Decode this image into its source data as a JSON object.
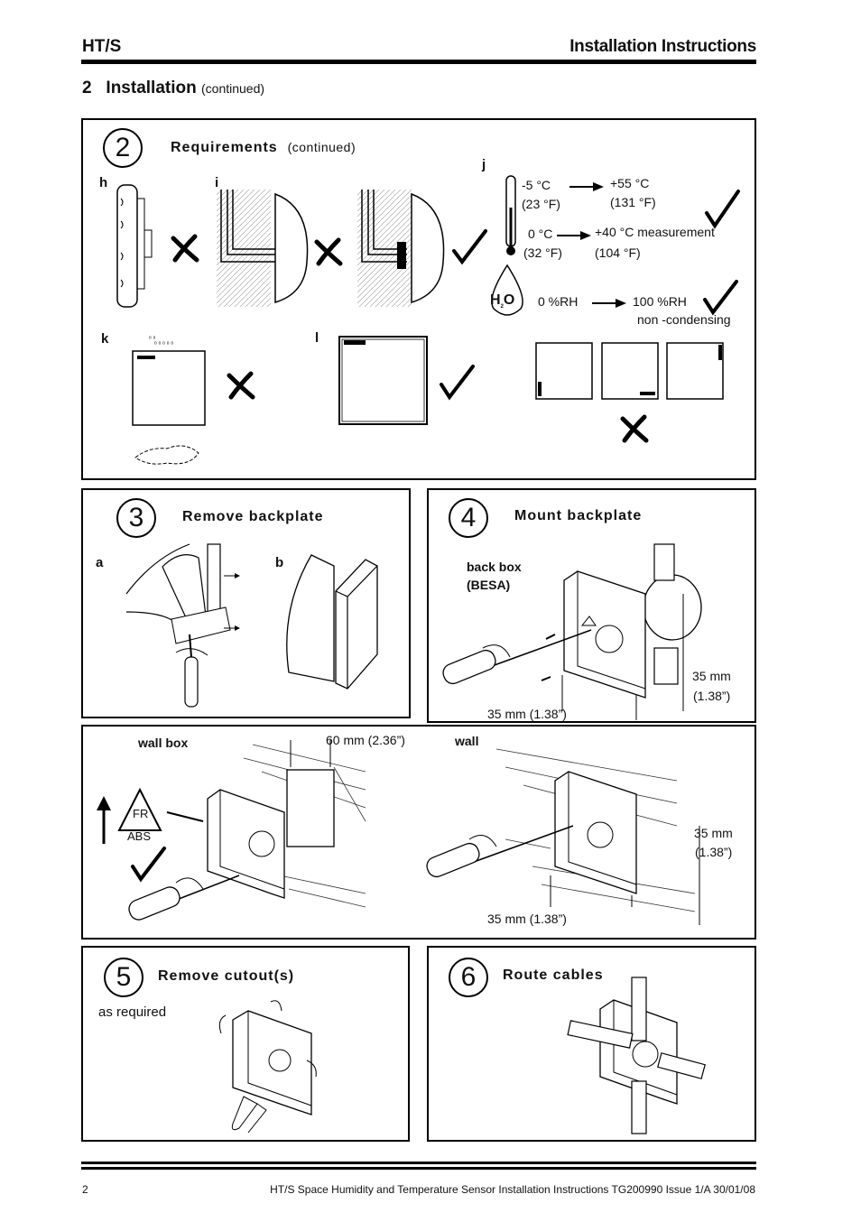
{
  "header": {
    "left": "HT/S",
    "right": "Installation Instructions"
  },
  "section": {
    "number": "2",
    "title": "Installation",
    "continued": "(continued)"
  },
  "step2": {
    "number": "2",
    "title": "Requirements",
    "continued": "(continued)",
    "labels": {
      "h": "h",
      "i": "i",
      "j": "j",
      "k": "k",
      "l": "l"
    },
    "temps": {
      "min_c": "-5 °C",
      "min_f": "(23 °F)",
      "max_c": "+55 °C",
      "max_f": "(131 °F)",
      "mmin_c": "0 °C",
      "mmin_f": "(32 °F)",
      "mmax_c": "+40 °C measurement",
      "mmax_f": "(104 °F)"
    },
    "humidity": {
      "h2o": "H",
      "h2o_sub": "2",
      "h2o_o": "O",
      "min": "0 %RH",
      "max": "100 %RH",
      "note": "non -condensing"
    }
  },
  "step3": {
    "number": "3",
    "title": "Remove  backplate",
    "a": "a",
    "b": "b"
  },
  "step4": {
    "number": "4",
    "title": "Mount  backplate",
    "back_box": "back box",
    "besa": "(BESA)",
    "dim_v_mm": "35 mm",
    "dim_v_in": "(1.38”)",
    "dim_h": "35 mm  (1.38”)"
  },
  "wall": {
    "wall_box": "wall  box",
    "dim_top": "60 mm (2.36”)",
    "wall": "wall",
    "fr": "FR",
    "abs": "ABS",
    "dim_v_mm": "35 mm",
    "dim_v_in": "(1.38”)",
    "dim_h": "35 mm  (1.38”)"
  },
  "step5": {
    "number": "5",
    "title": "Remove  cutout(s)",
    "note": "as required"
  },
  "step6": {
    "number": "6",
    "title": "Route  cables"
  },
  "footer": {
    "page": "2",
    "doc": "HT/S Space Humidity and Temperature Sensor Installation Instructions TG200990 Issue 1/A 30/01/08"
  },
  "icons": [
    "check-icon",
    "cross-icon",
    "screwdriver-icon",
    "thermometer-icon",
    "water-drop-icon",
    "recycle-icon"
  ]
}
